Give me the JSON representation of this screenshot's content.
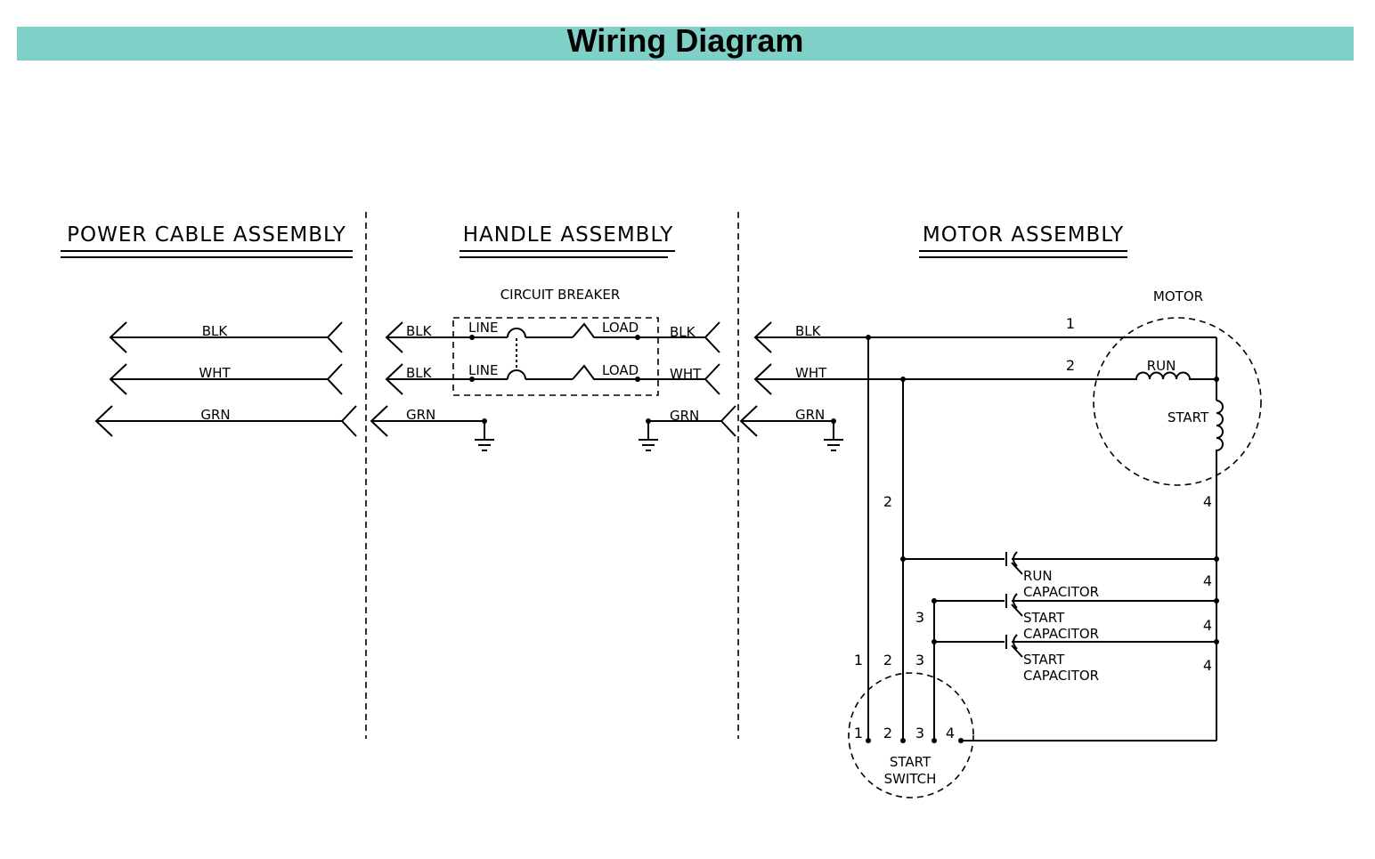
{
  "header": {
    "title": "Wiring Diagram"
  },
  "sections": {
    "power_cable": "POWER  CABLE  ASSEMBLY",
    "handle": "HANDLE  ASSEMBLY",
    "motor": "MOTOR  ASSEMBLY"
  },
  "power_cable": {
    "wire1": "BLK",
    "wire2": "WHT",
    "wire3": "GRN"
  },
  "handle": {
    "in_wire1": "BLK",
    "in_wire2": "BLK",
    "in_wire3": "GRN",
    "breaker_title": "CIRCUIT  BREAKER",
    "line1": "LINE",
    "line2": "LINE",
    "load1": "LOAD",
    "load2": "LOAD",
    "out_wire1": "BLK",
    "out_wire2": "WHT",
    "out_wire3": "GRN"
  },
  "motor": {
    "in_wire1": "BLK",
    "in_wire2": "WHT",
    "in_wire3": "GRN",
    "motor_title": "MOTOR",
    "run": "RUN",
    "start": "START",
    "term_1": "1",
    "term_2": "2",
    "term_4": "4",
    "wire_2_label": "2",
    "cap1_line1": "RUN",
    "cap1_line2": "CAPACITOR",
    "cap2_line1": "START",
    "cap2_line2": "CAPACITOR",
    "cap3_line1": "START",
    "cap3_line2": "CAPACITOR",
    "cap_right_1": "4",
    "cap_right_2": "4",
    "cap_right_3": "4",
    "wire_3_label": "3",
    "sw_top_1": "1",
    "sw_top_2": "2",
    "sw_top_3": "3",
    "sw_1": "1",
    "sw_2": "2",
    "sw_3": "3",
    "sw_4": "4",
    "switch_line1": "START",
    "switch_line2": "SWITCH"
  }
}
